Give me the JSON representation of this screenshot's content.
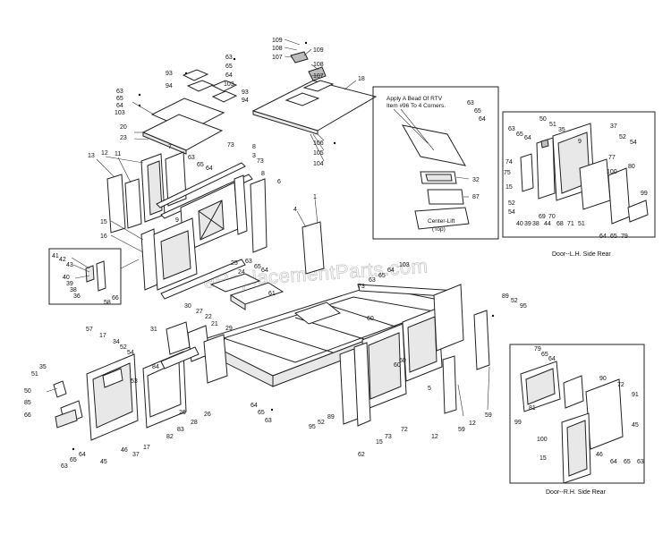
{
  "watermark": "eReplacementParts.com",
  "note_rtv": [
    "Apply A Bead Of RTV",
    "Item #96 To 4 Corners."
  ],
  "label_center_lift": [
    "Center-Lift",
    "(Top)"
  ],
  "caption_lh": "Door--L.H. Side Rear",
  "caption_rh": "Door--R.H. Side Rear",
  "callouts": {
    "c109a": "109",
    "c108a": "108",
    "c107a": "107",
    "c109b": "109",
    "c108b": "108",
    "c107b": "107",
    "c18": "18",
    "c106": "106",
    "c105": "105",
    "c104": "104",
    "c63a": "63",
    "c65a": "65",
    "c64a": "64",
    "c103a": "103",
    "c93a": "93",
    "c94a": "94",
    "c93b": "93",
    "c94b": "94",
    "c63b": "63",
    "c65b": "65",
    "c64b": "64",
    "c103b": "103",
    "c20": "20",
    "c23": "23",
    "c13": "13",
    "c12a": "12",
    "c11": "11",
    "c7": "7",
    "c63c": "63",
    "c65c": "65",
    "c64c": "64",
    "c73a": "73",
    "c8a": "8",
    "c3": "3",
    "c73b": "73",
    "c8b": "8",
    "c6": "6",
    "c9a": "9",
    "c15a": "15",
    "c16": "16",
    "c1": "1",
    "c4": "4",
    "c41": "41",
    "c42": "42",
    "c43": "43",
    "c40a": "40",
    "c39a": "39",
    "c38a": "38",
    "c36": "36",
    "c58": "58",
    "c66a": "66",
    "c25": "25",
    "c24": "24",
    "c63d": "63",
    "c65d": "65",
    "c64d": "64",
    "c61": "61",
    "c63e": "63",
    "c65e": "65",
    "c64e": "64",
    "c103c": "103",
    "c73c": "73",
    "c60a": "60",
    "c63f": "63",
    "c65f": "65",
    "c64f": "64",
    "c32": "32",
    "c87": "87",
    "c50a": "50",
    "c51a": "51",
    "c35a": "35",
    "c63g": "63",
    "c65g": "65",
    "c64g": "64",
    "c37a": "37",
    "c9b": "9",
    "c52a": "52",
    "c54a": "54",
    "c74": "74",
    "c75": "75",
    "c77": "77",
    "c80": "80",
    "c100a": "100",
    "c15b": "15",
    "c52b": "52",
    "c54b": "54",
    "c99a": "99",
    "c40b": "40",
    "c39b": "39",
    "c38b": "38",
    "c69": "69",
    "c70": "70",
    "c44": "44",
    "c68": "68",
    "c71": "71",
    "c51b": "51",
    "c64h": "64",
    "c65h": "65",
    "c79a": "79",
    "c89a": "89",
    "c52c": "52",
    "c95a": "95",
    "c30": "30",
    "c27": "27",
    "c22": "22",
    "c31": "31",
    "c21": "21",
    "c29": "29",
    "c57": "57",
    "c17a": "17",
    "c34": "34",
    "c52d": "52",
    "c54c": "54",
    "c35b": "35",
    "c51c": "51",
    "c50b": "50",
    "c85": "85",
    "c66b": "66",
    "c84": "84",
    "c53": "53",
    "c26a": "26",
    "c26b": "26",
    "c28": "28",
    "c82": "82",
    "c83": "83",
    "c17b": "17",
    "c37b": "37",
    "c46a": "46",
    "c45a": "45",
    "c64i": "64",
    "c65i": "65",
    "c63h": "63",
    "c64j": "64",
    "c65j": "65",
    "c63i": "63",
    "c95b": "95",
    "c52e": "52",
    "c89b": "89",
    "c62": "62",
    "c15c": "15",
    "c73d": "73",
    "c72a": "72",
    "c60b": "60",
    "c60c": "60",
    "c5": "5",
    "c12b": "12",
    "c59a": "59",
    "c12c": "12",
    "c59b": "59",
    "c79b": "79",
    "c65k": "65",
    "c64k": "64",
    "c90": "90",
    "c72b": "72",
    "c91": "91",
    "c99b": "99",
    "c81": "81",
    "c100b": "100",
    "c45b": "45",
    "c15d": "15",
    "c46b": "46",
    "c64l": "64",
    "c65l": "65",
    "c63j": "63"
  }
}
